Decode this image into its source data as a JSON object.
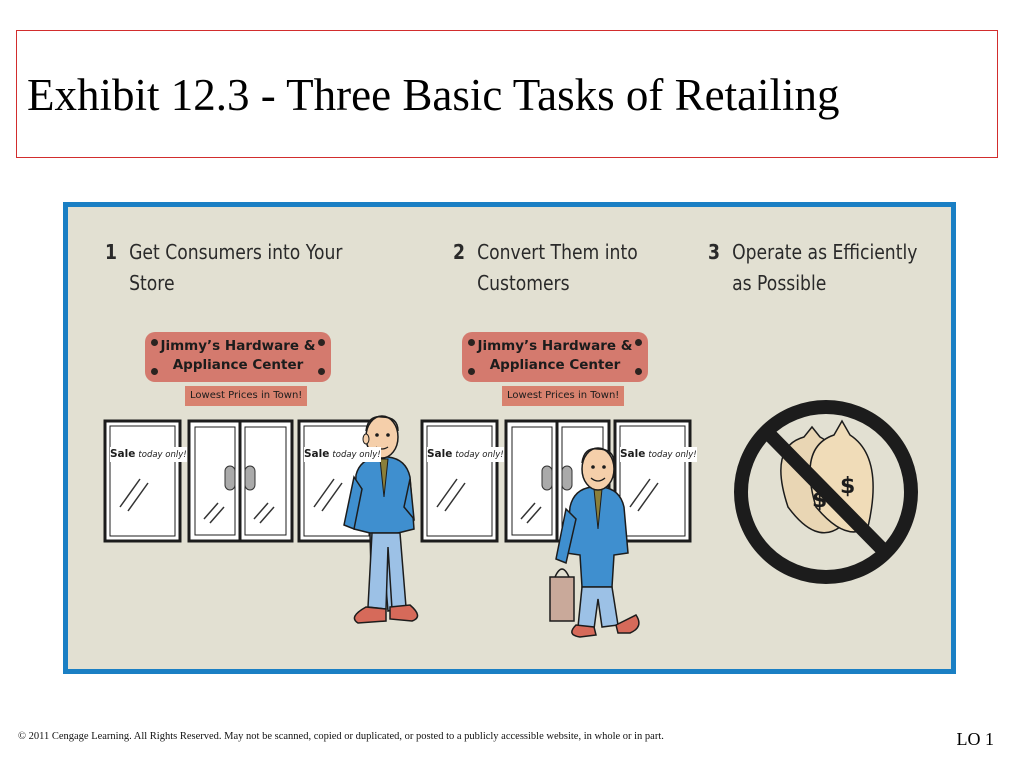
{
  "slide": {
    "title": "Exhibit 12.3 - Three Basic Tasks of Retailing",
    "footer": "© 2011 Cengage Learning. All Rights Reserved. May not be scanned, copied or duplicated, or posted to a publicly accessible website, in whole or in part.",
    "objective": "LO 1"
  },
  "tasks": [
    {
      "number": "1",
      "text": "Get Consumers into Your\nStore"
    },
    {
      "number": "2",
      "text": "Convert Them into\nCustomers"
    },
    {
      "number": "3",
      "text": "Operate as Efficiently\n as Possible"
    }
  ],
  "store": {
    "sign_text": "Jimmy’s Hardware &\nAppliance Center",
    "tagline": "Lowest Prices in Town!",
    "sale_word": "Sale",
    "sale_suffix": "today only!"
  },
  "colors": {
    "frame": "#1a7fc4",
    "panel": "#e2e0d2",
    "sign": "#d47a6e",
    "title_border": "#d22d2d",
    "shirt": "#3f8fcf",
    "no_symbol": "#1c1c1c"
  },
  "icons": [
    "store-front-illustration",
    "shopper-man-illustration",
    "customer-with-bag-illustration",
    "no-money-bags-icon"
  ]
}
